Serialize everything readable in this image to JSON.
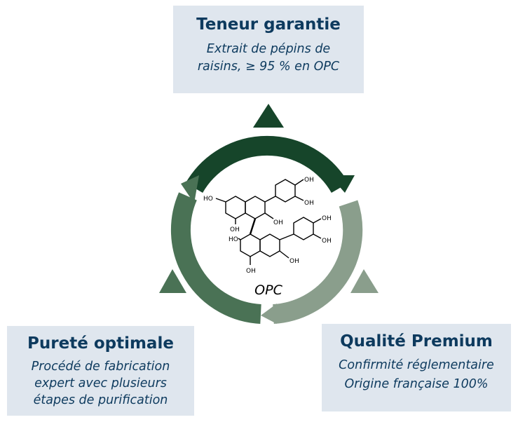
{
  "top": {
    "title": "Teneur garantie",
    "lines": [
      "Extrait de pépins de",
      "raisins, ≥ 95 % en OPC"
    ]
  },
  "left": {
    "title": "Pureté optimale",
    "lines": [
      "Procédé de fabrication",
      "expert avec plusieurs",
      "étapes de purification"
    ]
  },
  "right": {
    "title": "Qualité Premium",
    "lines": [
      "Confirmité réglementaire",
      "Origine française 100%"
    ]
  },
  "center": {
    "label": "OPC",
    "oh": "OH",
    "ho": "HO"
  },
  "colors": {
    "dark": "#16452a",
    "medium": "#4a7255",
    "light": "#8a9e8c",
    "box": "#dfe6ee",
    "text": "#0d3a5e"
  }
}
